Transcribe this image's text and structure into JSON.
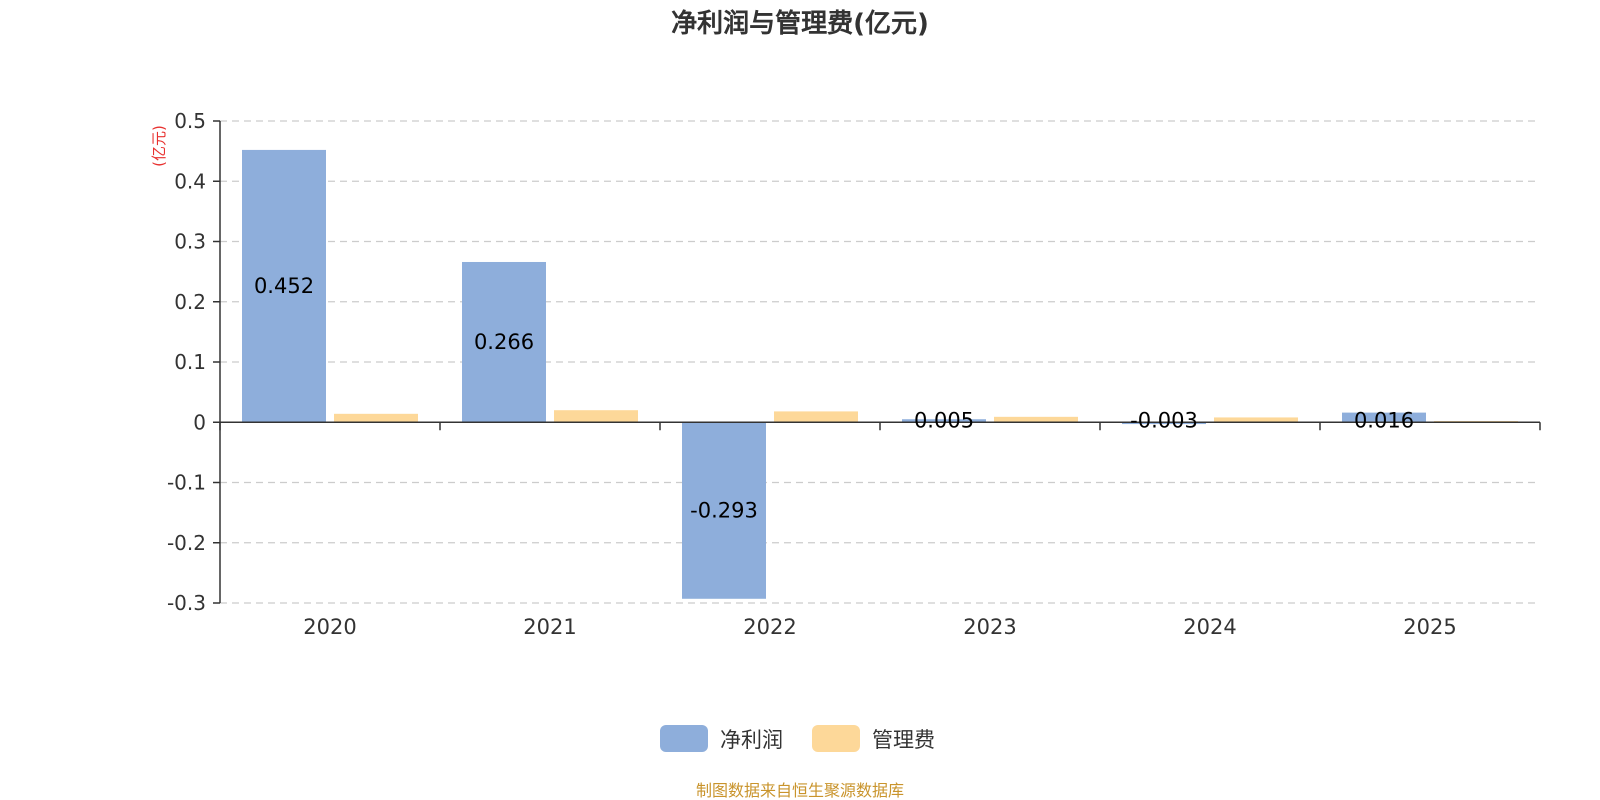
{
  "chart_data": {
    "type": "bar",
    "title": "净利润与管理费(亿元)",
    "ylabel": "(亿元)",
    "categories": [
      "2020",
      "2021",
      "2022",
      "2023",
      "2024",
      "2025"
    ],
    "series": [
      {
        "name": "净利润",
        "values": [
          0.452,
          0.266,
          -0.293,
          0.005,
          -0.003,
          0.016
        ],
        "color": "#8eaedb",
        "data_labels": [
          "0.452",
          "0.266",
          "-0.293",
          "0.005",
          "-0.003",
          "0.016"
        ]
      },
      {
        "name": "管理费",
        "values": [
          0.014,
          0.02,
          0.018,
          0.009,
          0.008,
          0.002
        ],
        "color": "#fdd899"
      }
    ],
    "ylim": [
      -0.3,
      0.5
    ],
    "yticks": [
      0.5,
      0.4,
      0.3,
      0.2,
      0.1,
      0,
      -0.1,
      -0.2,
      -0.3
    ],
    "ytick_labels": [
      "0.5",
      "0.4",
      "0.3",
      "0.2",
      "0.1",
      "0",
      "-0.1",
      "-0.2",
      "-0.3"
    ],
    "grid": true,
    "legend_position": "bottom",
    "unit_color": "#e8312f"
  },
  "source": {
    "text": "制图数据来自恒生聚源数据库",
    "color": "#c9942c"
  }
}
